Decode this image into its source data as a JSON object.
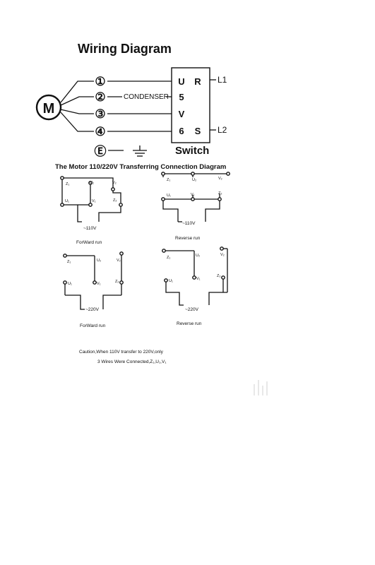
{
  "title": "Wiring Diagram",
  "motor_label": "M",
  "terminals": [
    "①",
    "②",
    "③",
    "④"
  ],
  "earth_label": "Ⓔ",
  "condenser_label": "CONDENSER",
  "switch": {
    "left_labels": [
      "U",
      "5",
      "V",
      "6"
    ],
    "right_labels": [
      "R",
      "S"
    ],
    "line_labels": [
      "L1",
      "L2"
    ],
    "caption": "Switch"
  },
  "transfer_title": "The Motor 110/220V Transferring Connection Diagram",
  "panels": [
    {
      "nodes_top": [
        "Z₁",
        "U₂",
        "V₂"
      ],
      "nodes_bottom": [
        "U₁",
        "V₁",
        "Z₂"
      ],
      "voltage": "~110V",
      "caption": "ForWard   run"
    },
    {
      "nodes_top": [
        "Z₁",
        "U₂",
        "V₂"
      ],
      "nodes_bottom": [
        "U₁",
        "V₁",
        "Z₂"
      ],
      "voltage": "~110V",
      "caption": "Reverse   run"
    },
    {
      "nodes_top": [
        "Z₁",
        "U₂",
        "V₂"
      ],
      "nodes_bottom": [
        "U₁",
        "V₁",
        "Z₂"
      ],
      "voltage": "~220V",
      "caption": "ForWard   run"
    },
    {
      "nodes_top": [
        "Z₁",
        "U₂",
        "V₂"
      ],
      "nodes_bottom": [
        "U₁",
        "V₁",
        "Z₂"
      ],
      "voltage": "~220V",
      "caption": "Reverse   run"
    }
  ],
  "caution_line1": "Caution,When 110V transfer to 220V,only",
  "caution_line2": "3 Wires Were Connected,Z₁,U₁,V₁"
}
